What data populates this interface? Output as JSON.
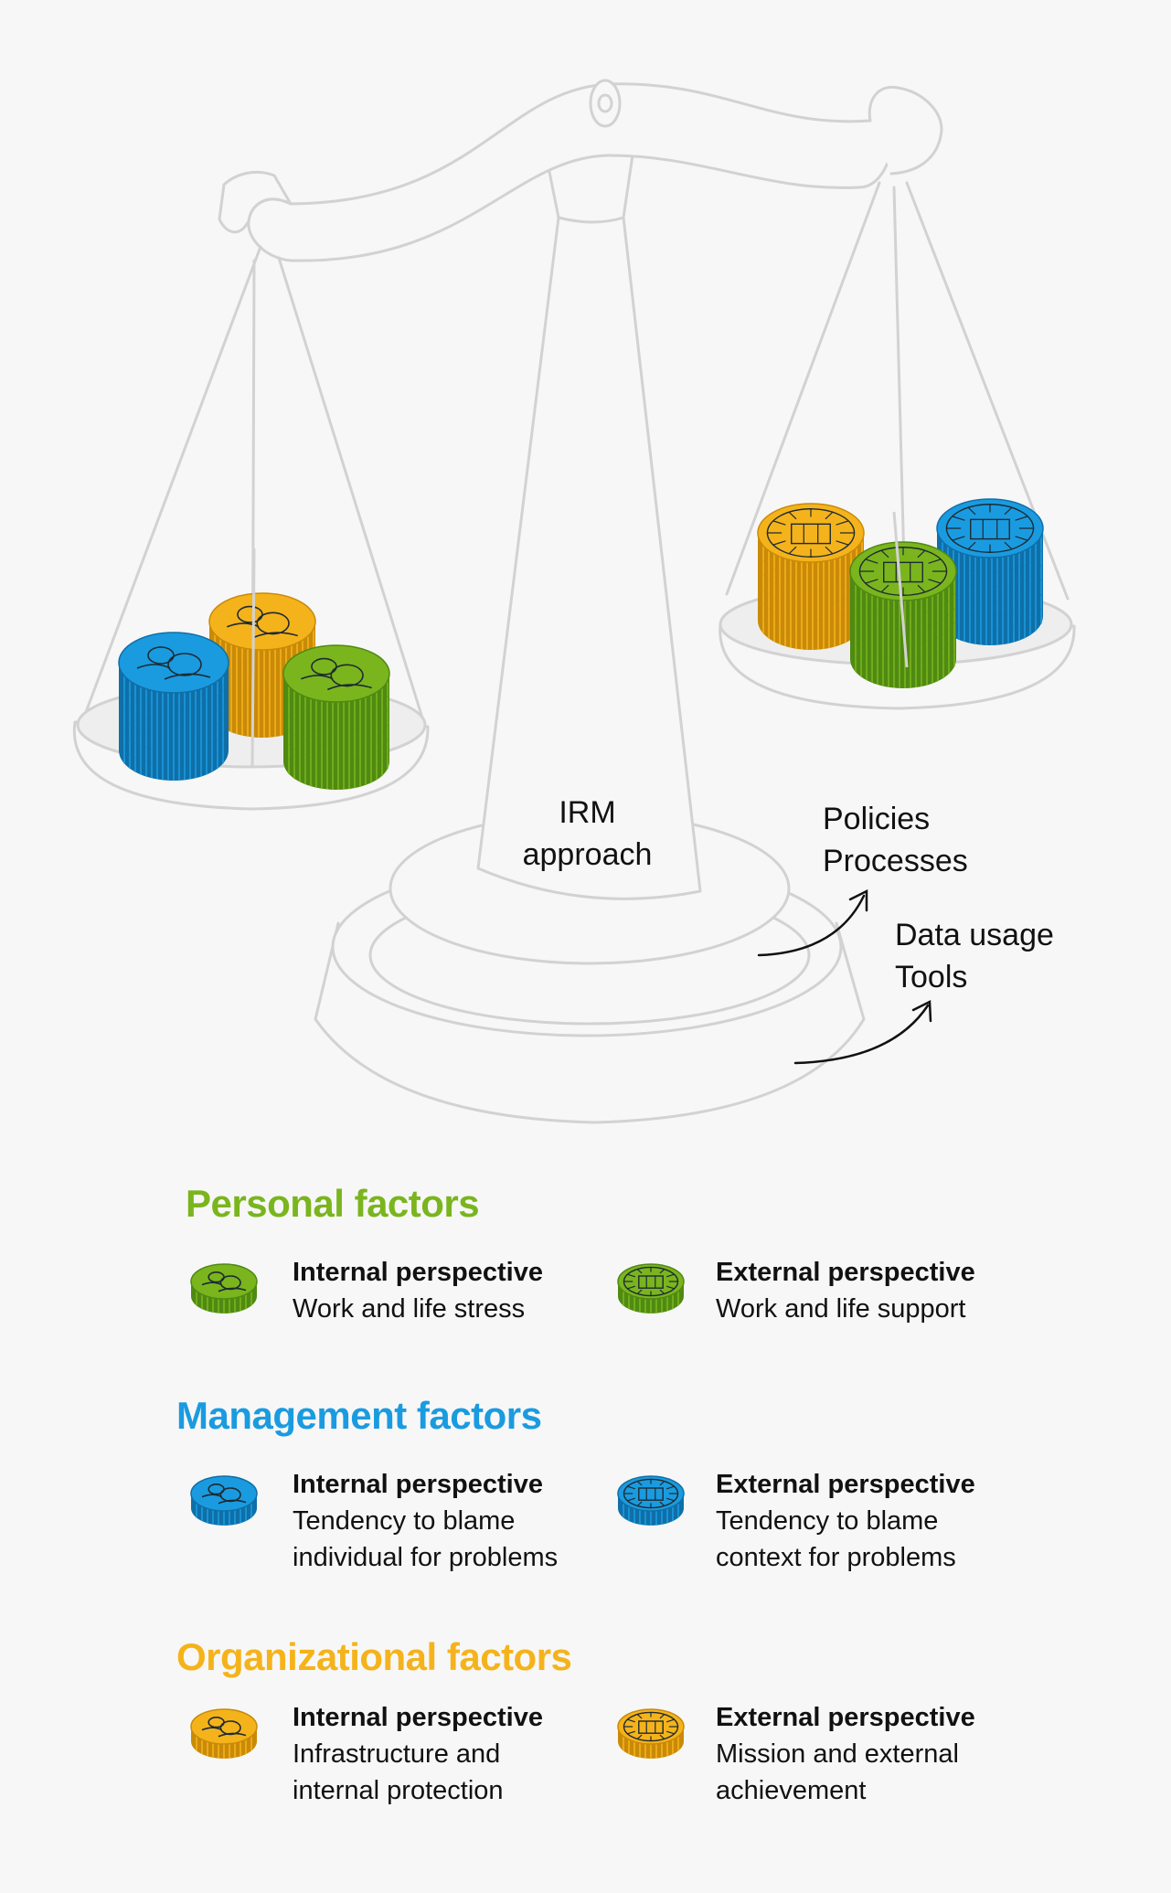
{
  "colors": {
    "green": "#7ab51d",
    "green_dark": "#4f8a12",
    "blue": "#1a9be0",
    "blue_dark": "#0f6fa8",
    "yellow": "#f5b31b",
    "yellow_dark": "#c98a08",
    "outline": "#d2d2d2",
    "background": "#f7f7f7"
  },
  "diagram": {
    "pillar_label": [
      "IRM",
      "approach"
    ],
    "right_labels_top": [
      "Policies",
      "Processes"
    ],
    "right_labels_bottom": [
      "Data usage",
      "Tools"
    ]
  },
  "sections": [
    {
      "title": "Personal factors",
      "color": "#7ab51d",
      "internal": {
        "heading": "Internal perspective",
        "text": "Work and life stress",
        "icon": "green-people-coin-icon"
      },
      "external": {
        "heading": "External perspective",
        "text": "Work and life support",
        "icon": "green-building-coin-icon"
      }
    },
    {
      "title": "Management factors",
      "color": "#1a9be0",
      "internal": {
        "heading": "Internal perspective",
        "text": "Tendency to blame\nindividual for problems",
        "icon": "blue-people-coin-icon"
      },
      "external": {
        "heading": "External perspective",
        "text": "Tendency to blame\ncontext for problems",
        "icon": "blue-building-coin-icon"
      }
    },
    {
      "title": "Organizational factors",
      "color": "#f5b31b",
      "internal": {
        "heading": "Internal perspective",
        "text": "Infrastructure and\ninternal protection",
        "icon": "yellow-people-coin-icon"
      },
      "external": {
        "heading": "External perspective",
        "text": "Mission and external\nachievement",
        "icon": "yellow-building-coin-icon"
      }
    }
  ]
}
